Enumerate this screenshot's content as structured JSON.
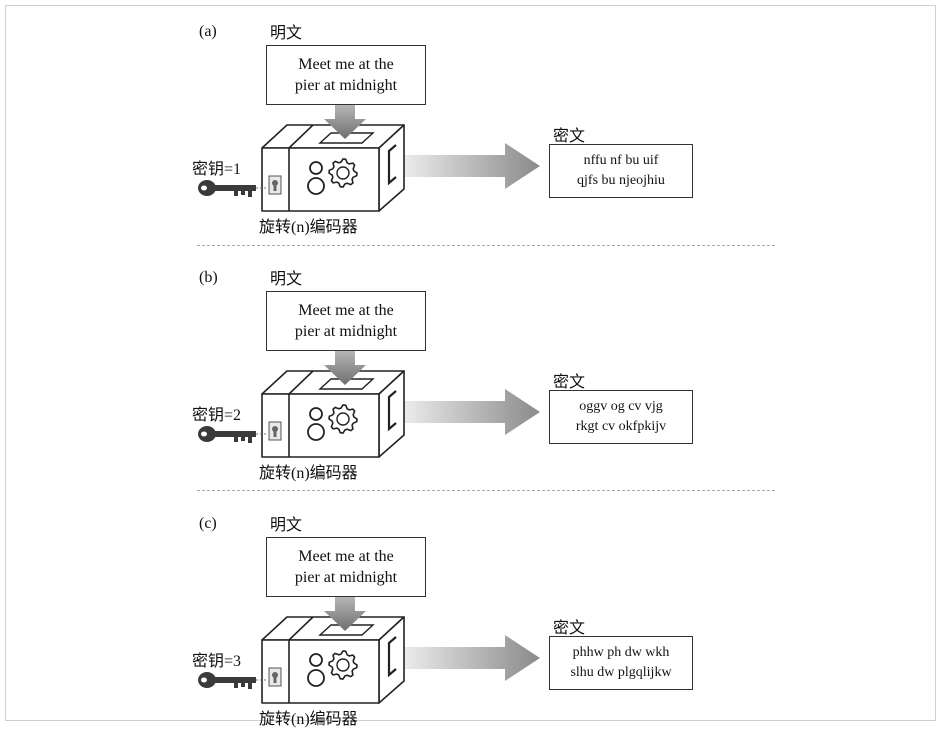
{
  "panels": [
    {
      "label": "(a)",
      "plaintext_title": "明文",
      "plaintext_lines": [
        "Meet me at the",
        "pier at midnight"
      ],
      "key_label": "密钥=1",
      "device_label": "旋转(n)编码器",
      "ciphertext_title": "密文",
      "ciphertext_lines": [
        "nffu nf bu uif",
        "qjfs bu njeojhiu"
      ]
    },
    {
      "label": "(b)",
      "plaintext_title": "明文",
      "plaintext_lines": [
        "Meet me at the",
        "pier at midnight"
      ],
      "key_label": "密钥=2",
      "device_label": "旋转(n)编码器",
      "ciphertext_title": "密文",
      "ciphertext_lines": [
        "oggv og cv vjg",
        "rkgt cv okfpkijv"
      ]
    },
    {
      "label": "(c)",
      "plaintext_title": "明文",
      "plaintext_lines": [
        "Meet me at the",
        "pier at midnight"
      ],
      "key_label": "密钥=3",
      "device_label": "旋转(n)编码器",
      "ciphertext_title": "密文",
      "ciphertext_lines": [
        "phhw ph dw wkh",
        "slhu dw plgqlijkw"
      ]
    }
  ],
  "colors": {
    "line": "#222222",
    "arrow_light": "#f2f2f2",
    "arrow_dark": "#8a8a8a",
    "key": "#3a3a3a",
    "divider": "#aaaaaa"
  },
  "icons": [
    "down-arrow-icon",
    "gears-icon",
    "keyhole-icon",
    "key-icon",
    "right-arrow-icon"
  ]
}
